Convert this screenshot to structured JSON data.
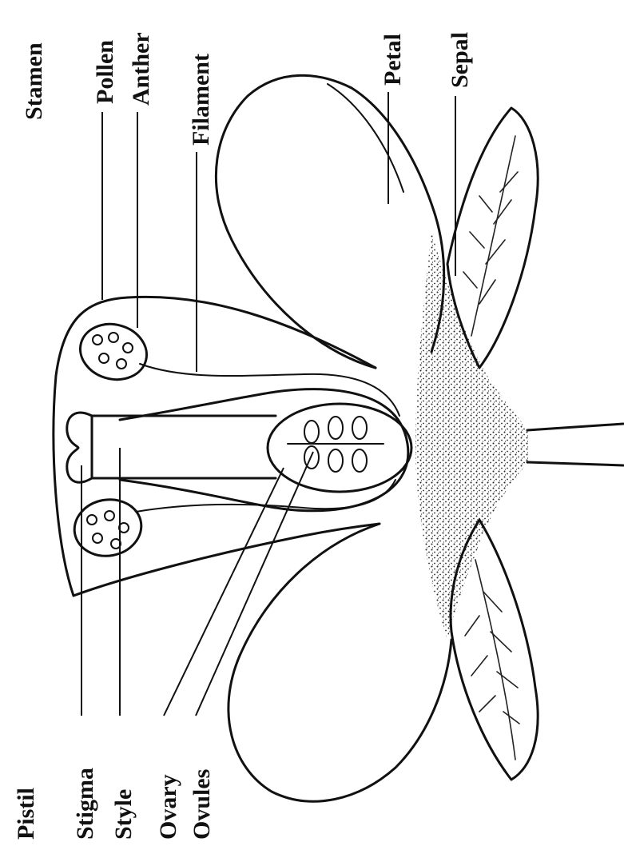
{
  "labels": {
    "stamen": "Stamen",
    "pollen": "Pollen",
    "anther": "Anther",
    "filament": "Filament",
    "petal": "Petal",
    "sepal": "Sepal",
    "pistil": "Pistil",
    "stigma": "Stigma",
    "style": "Style",
    "ovary": "Ovary",
    "ovules": "Ovules"
  },
  "colors": {
    "ink": "#111111",
    "background": "#ffffff"
  }
}
